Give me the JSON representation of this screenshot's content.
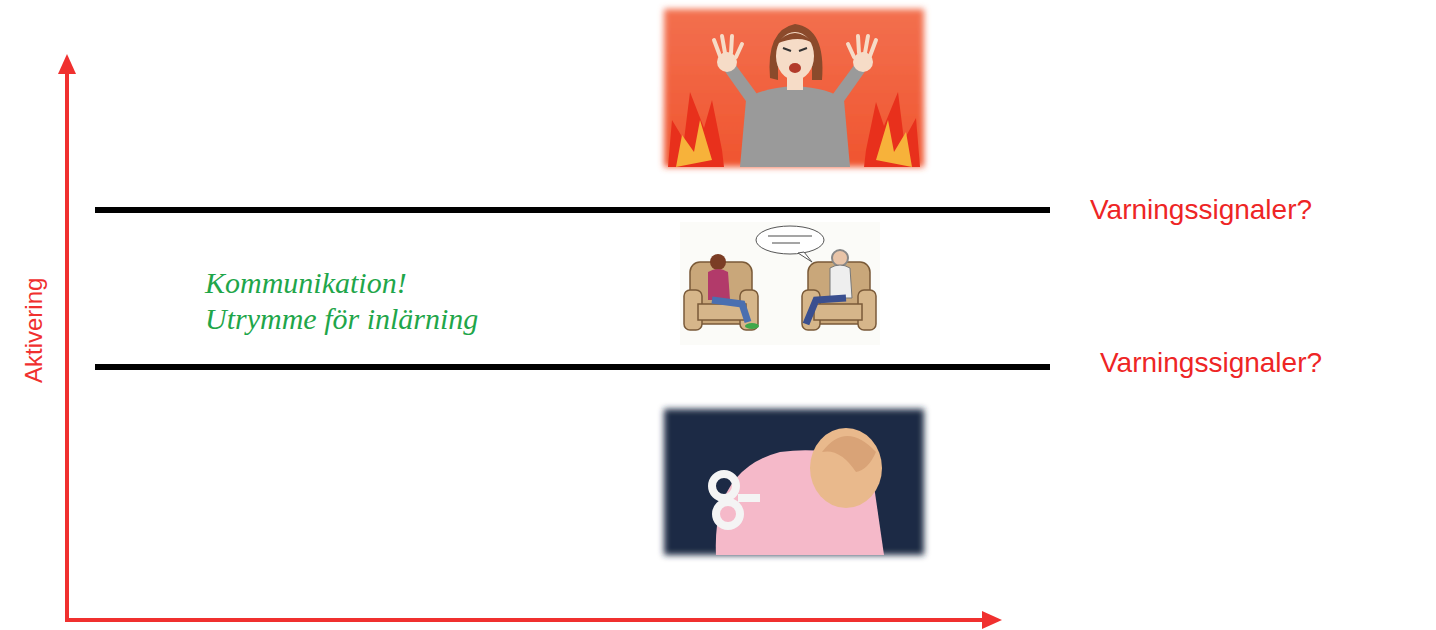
{
  "diagram": {
    "labels": [
      "Aktivering",
      "Kommunikation!",
      "Utrymme för inlärning",
      "Varningssignaler?",
      "Varningssignaler?"
    ]
  }
}
